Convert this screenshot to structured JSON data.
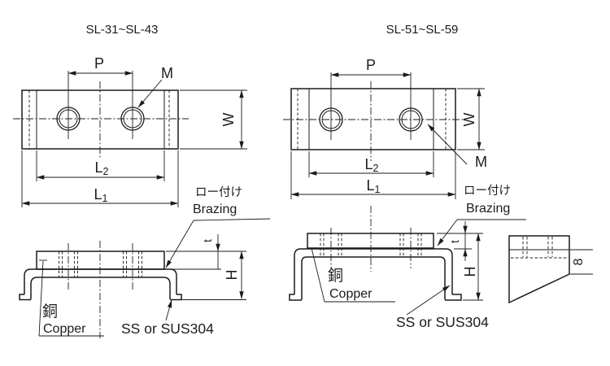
{
  "meta": {
    "bg_color": "#ffffff",
    "line_color": "#1b1b1b",
    "drawing_type": "engineering-drawing"
  },
  "left": {
    "title": "SL-31~SL-43",
    "top": {
      "p": "P",
      "m": "M",
      "w": "W",
      "l2": {
        "main": "L",
        "sub": "2"
      },
      "l1": {
        "main": "L",
        "sub": "1"
      }
    },
    "side": {
      "braze_jp": "ロー付け",
      "braze_en": "Brazing",
      "t": "t",
      "h": "H",
      "copper_jp": "銅",
      "copper_en": "Copper",
      "material": "SS or SUS304"
    }
  },
  "right": {
    "title": "SL-51~SL-59",
    "top": {
      "p": "P",
      "m": "M",
      "w": "W",
      "l2": {
        "main": "L",
        "sub": "2"
      },
      "l1": {
        "main": "L",
        "sub": "1"
      }
    },
    "side": {
      "braze_jp": "ロー付け",
      "braze_en": "Brazing",
      "t": "t",
      "h": "H",
      "copper_jp": "銅",
      "copper_en": "Copper",
      "material": "SS or SUS304"
    },
    "end": {
      "thickness": "8"
    }
  }
}
